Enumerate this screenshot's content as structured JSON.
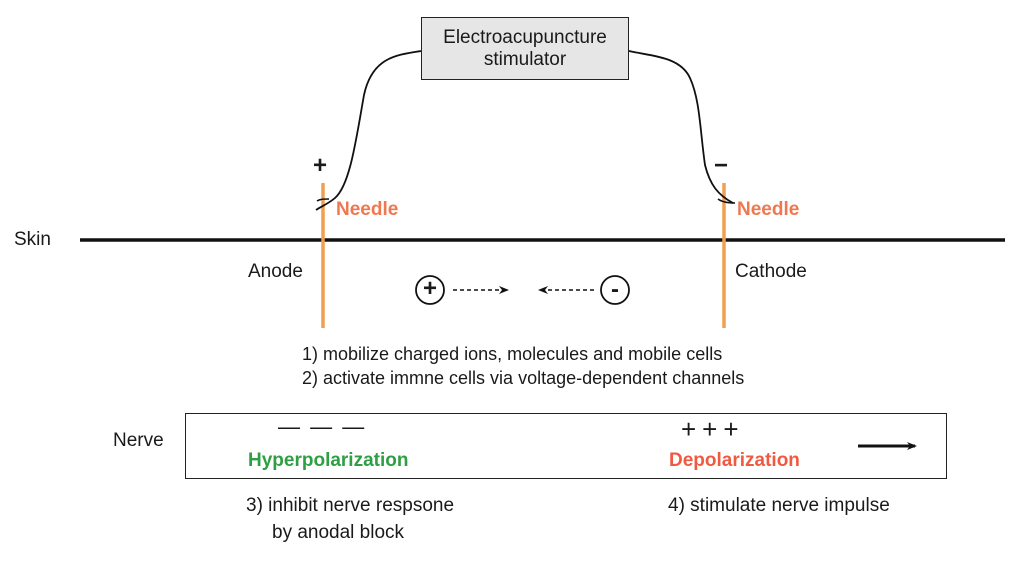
{
  "stimulator": {
    "line1": "Electroacupuncture",
    "line2": "stimulator",
    "fill_color": "#e6e6e6"
  },
  "electrodes": {
    "anode": {
      "polarity": "+",
      "needle_label": "Needle",
      "side_label": "Anode"
    },
    "cathode": {
      "polarity": "−",
      "needle_label": "Needle",
      "side_label": "Cathode"
    },
    "needle_color": "#f0a050",
    "needle_label_color": "#f07850"
  },
  "skin": {
    "label": "Skin"
  },
  "ions": {
    "positive_symbol": "+",
    "negative_symbol": "-"
  },
  "mechanisms": [
    "1) mobilize charged ions, molecules and mobile cells",
    "2) activate immne cells via voltage-dependent channels"
  ],
  "nerve": {
    "label": "Nerve",
    "left_charges": "— — —",
    "left_state": "Hyperpolarization",
    "left_state_color": "#2ea043",
    "right_charges": "+++",
    "right_state": "Depolarization",
    "right_state_color": "#f05a40"
  },
  "effects": {
    "anode_effect_line1": "3) inhibit nerve respsone",
    "anode_effect_line2": "by anodal block",
    "cathode_effect": "4) stimulate nerve impulse"
  }
}
